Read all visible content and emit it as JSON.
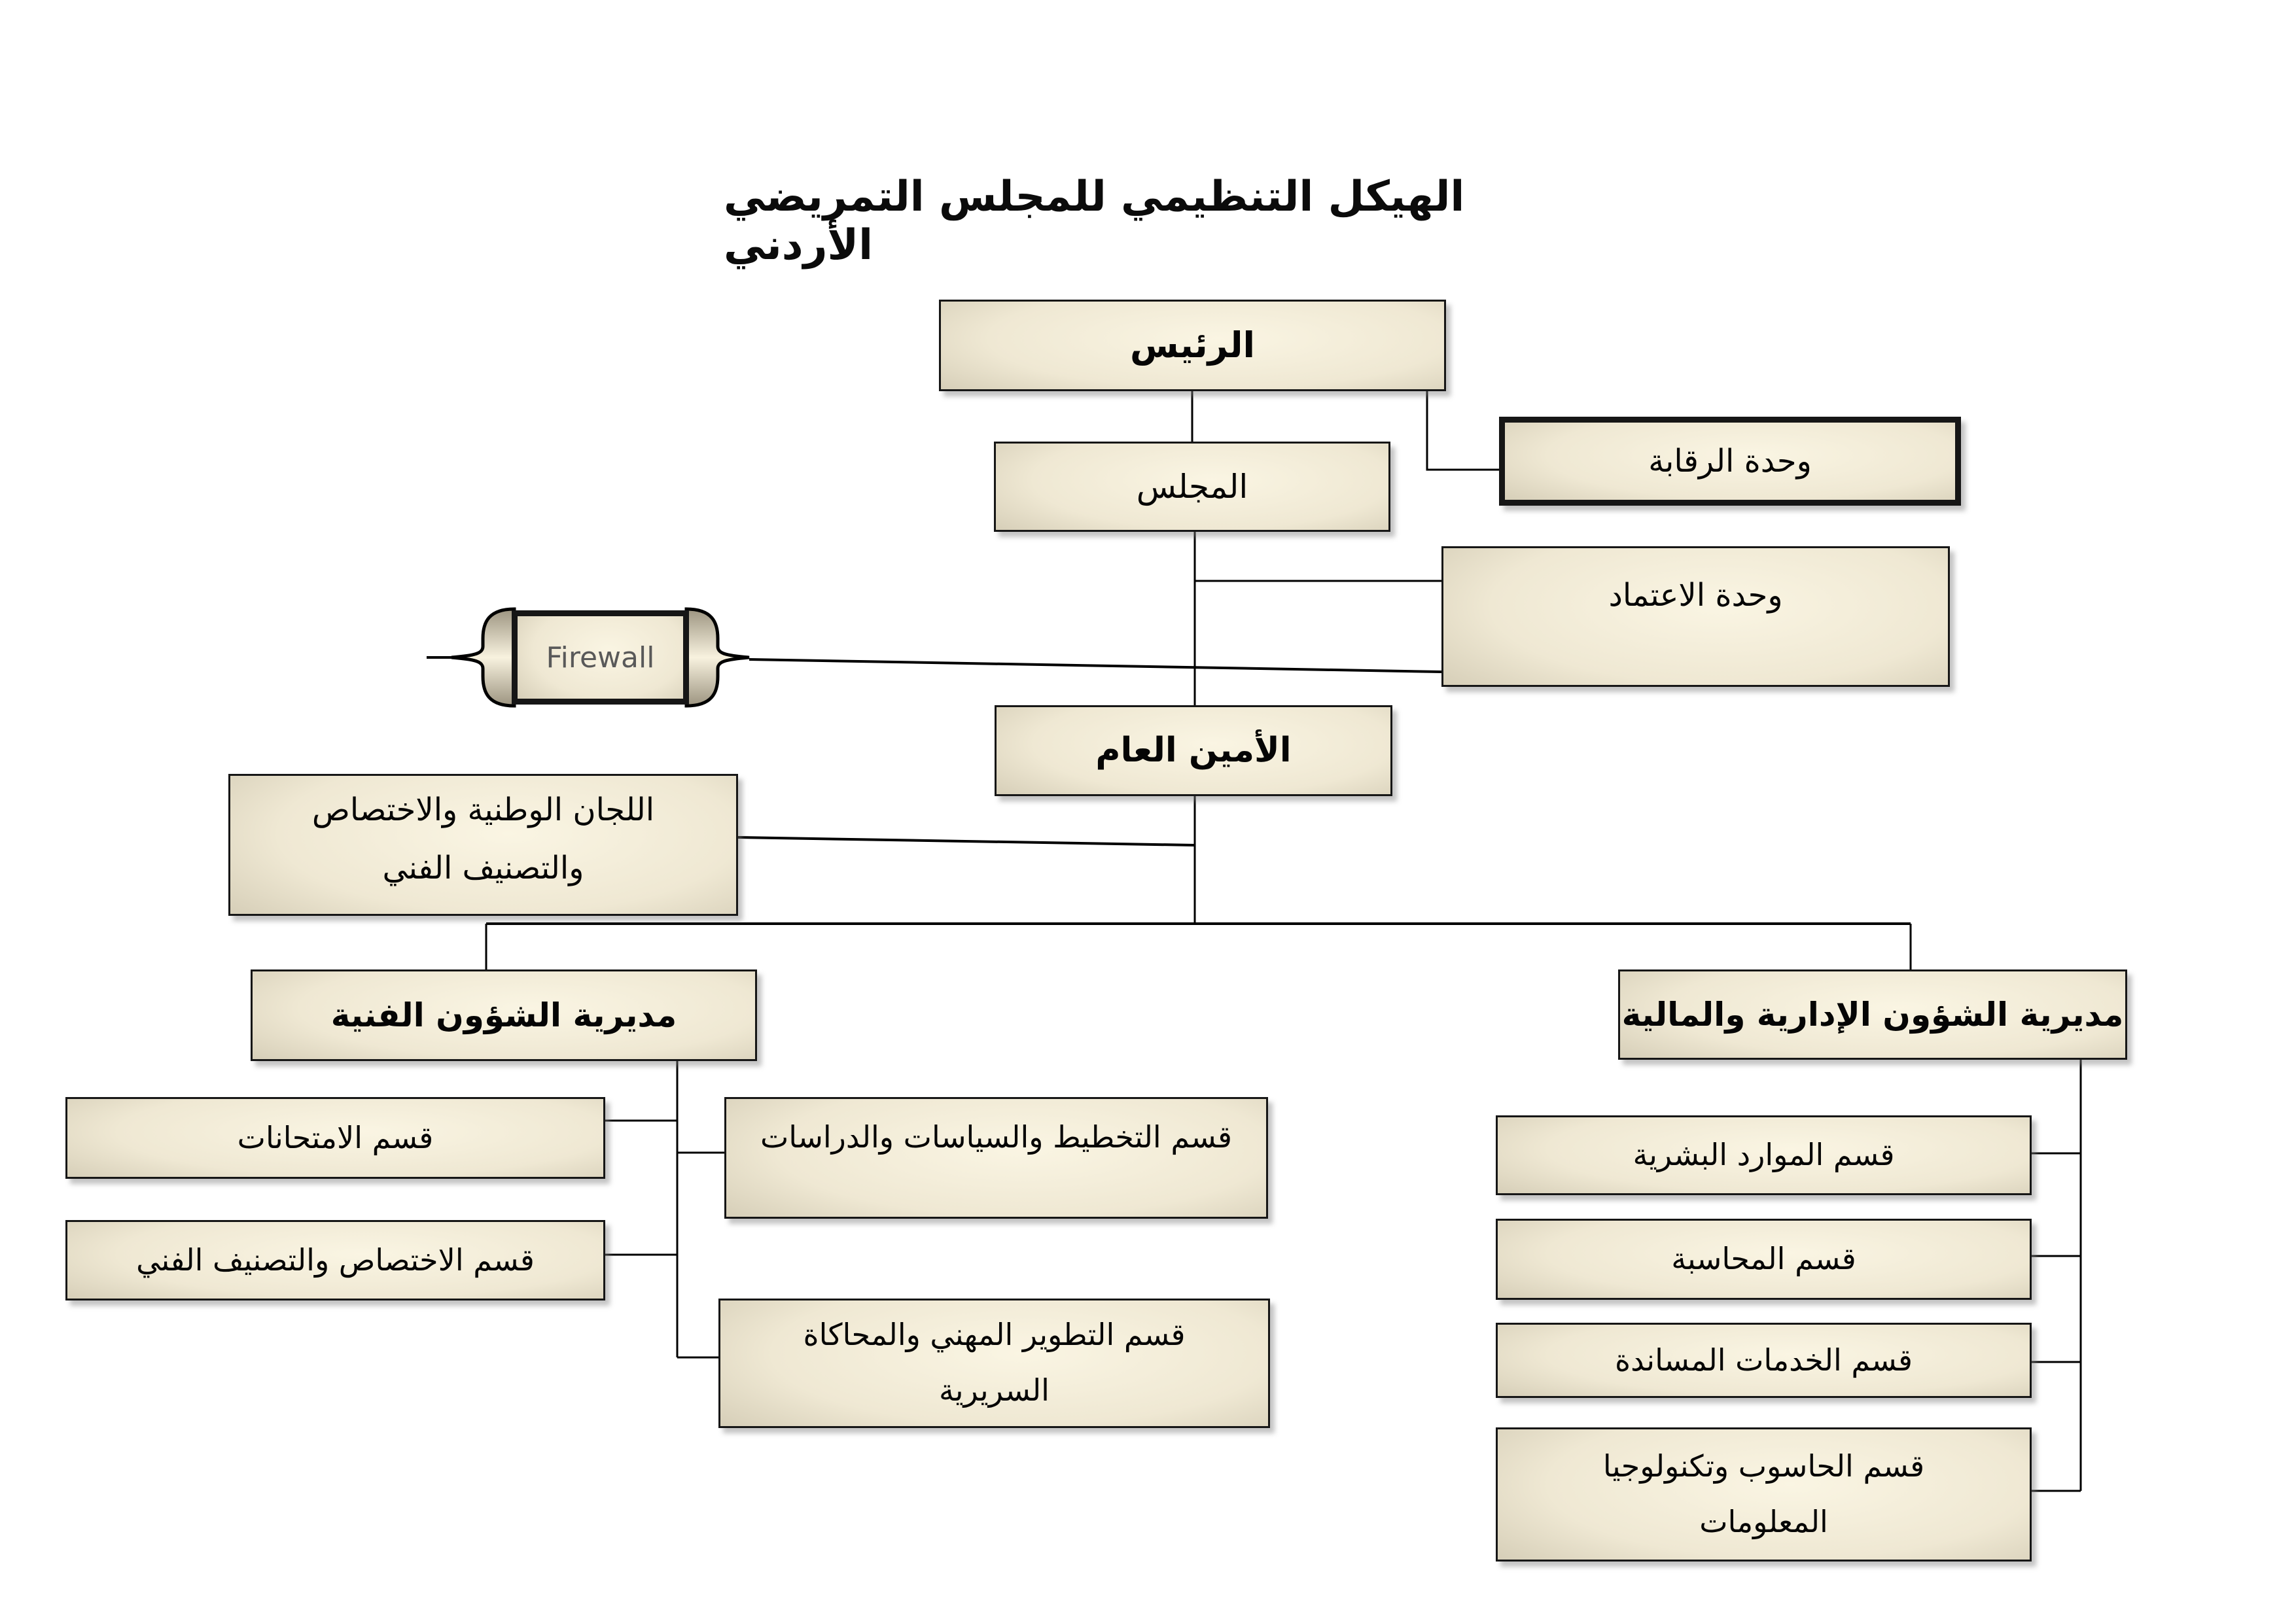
{
  "title": "الهيكل التنظيمي للمجلس التمريضي الأردني",
  "nodes": {
    "president": "الرئيس",
    "council": "المجلس",
    "control_unit": "وحدة الرقابة",
    "accreditation_unit": "وحدة الاعتماد",
    "firewall": "Firewall",
    "secretary_general": "الأمين العام",
    "national_committees": "اللجان الوطنية والاختصاص\nوالتصنيف الفني",
    "dir_technical": "مديرية الشؤون الفنية",
    "dir_admin_financial": "مديرية الشؤون الإدارية والمالية",
    "exams_dept": "قسم الامتحانات",
    "planning_dept": "قسم التخطيط والسياسات والدراسات",
    "specialization_dept": "قسم الاختصاص والتصنيف الفني",
    "development_dept": "قسم التطوير المهني والمحاكاة\nالسريرية",
    "hr_dept": "قسم الموارد البشرية",
    "accounting_dept": "قسم المحاسبة",
    "support_dept": "قسم الخدمات المساندة",
    "it_dept": "قسم الحاسوب وتكنولوجيا\nالمعلومات"
  },
  "colors": {
    "background": "#ffffff",
    "box_fill_light": "#faf5e3",
    "box_fill_dark": "#989078",
    "box_border": "#161616",
    "connector": "#000000",
    "text": "#050505",
    "firewall_text": "#595959"
  }
}
